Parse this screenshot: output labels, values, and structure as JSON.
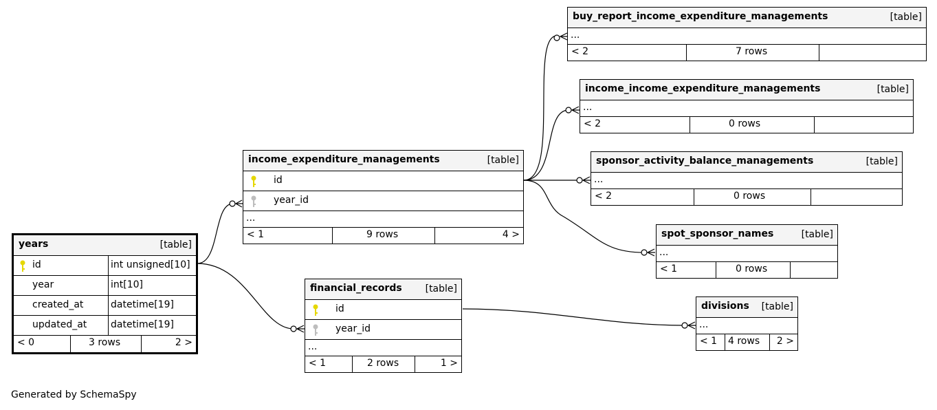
{
  "tables": {
    "years": {
      "name": "years",
      "kind": "[table]",
      "columns": [
        {
          "name": "id",
          "type": "int unsigned[10]",
          "key": "primary"
        },
        {
          "name": "year",
          "type": "int[10]"
        },
        {
          "name": "created_at",
          "type": "datetime[19]"
        },
        {
          "name": "updated_at",
          "type": "datetime[19]"
        }
      ],
      "footer": {
        "left": "< 0",
        "rows": "3 rows",
        "right": "2 >"
      }
    },
    "income_expenditure_managements": {
      "name": "income_expenditure_managements",
      "kind": "[table]",
      "columns": [
        {
          "name": "id",
          "key": "primary"
        },
        {
          "name": "year_id",
          "key": "foreign"
        }
      ],
      "ellipsis": "...",
      "footer": {
        "left": "< 1",
        "rows": "9 rows",
        "right": "4 >"
      }
    },
    "financial_records": {
      "name": "financial_records",
      "kind": "[table]",
      "columns": [
        {
          "name": "id",
          "key": "primary"
        },
        {
          "name": "year_id",
          "key": "foreign"
        }
      ],
      "ellipsis": "...",
      "footer": {
        "left": "< 1",
        "rows": "2 rows",
        "right": "1 >"
      }
    },
    "buy_report_income_expenditure_managements": {
      "name": "buy_report_income_expenditure_managements",
      "kind": "[table]",
      "ellipsis": "...",
      "footer": {
        "left": "< 2",
        "rows": "7 rows",
        "right": ""
      }
    },
    "income_income_expenditure_managements": {
      "name": "income_income_expenditure_managements",
      "kind": "[table]",
      "ellipsis": "...",
      "footer": {
        "left": "< 2",
        "rows": "0 rows",
        "right": ""
      }
    },
    "sponsor_activity_balance_managements": {
      "name": "sponsor_activity_balance_managements",
      "kind": "[table]",
      "ellipsis": "...",
      "footer": {
        "left": "< 2",
        "rows": "0 rows",
        "right": ""
      }
    },
    "spot_sponsor_names": {
      "name": "spot_sponsor_names",
      "kind": "[table]",
      "ellipsis": "...",
      "footer": {
        "left": "< 1",
        "rows": "0 rows",
        "right": ""
      }
    },
    "divisions": {
      "name": "divisions",
      "kind": "[table]",
      "ellipsis": "...",
      "footer": {
        "left": "< 1",
        "rows": "4 rows",
        "right": "2 >"
      }
    }
  },
  "colors": {
    "primary_key": "#e5d700",
    "foreign_key": "#bdbdbd",
    "header_bg": "#f4f4f4"
  },
  "footer_text": "Generated by SchemaSpy"
}
